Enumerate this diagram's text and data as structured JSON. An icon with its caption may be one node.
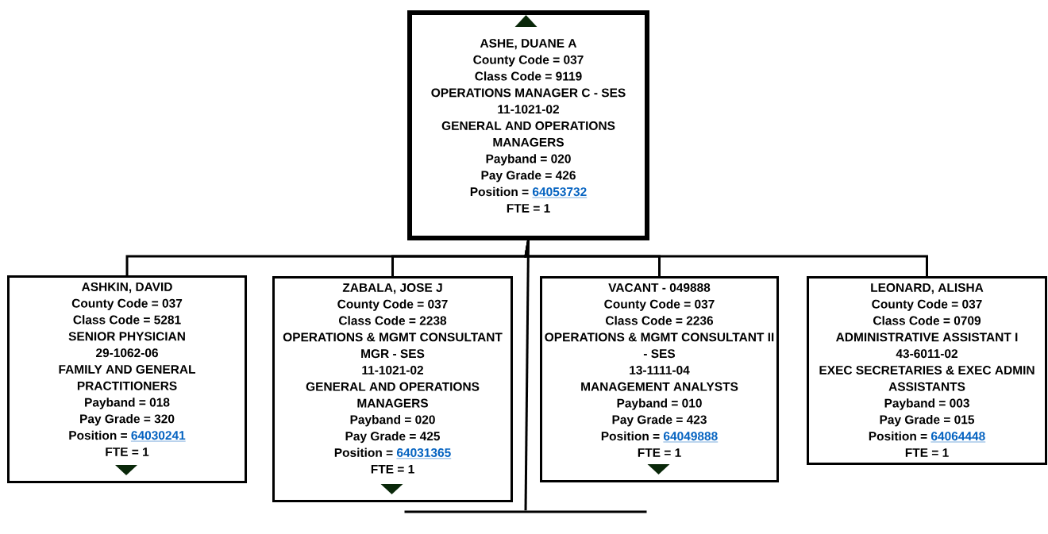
{
  "diagram": {
    "nodes": [
      {
        "text": [
          "ASHE, DUANE A",
          "County Code = 037",
          "Class Code = 9119",
          "OPERATIONS MANAGER C - SES",
          "11-1021-02",
          "GENERAL AND OPERATIONS MANAGERS",
          "Payband = 020",
          "Pay Grade = 426",
          "Position =",
          "64053732",
          "FTE = 1"
        ]
      },
      {
        "text": [
          "ASHKIN, DAVID",
          "County Code = 037",
          "Class Code = 5281",
          "SENIOR PHYSICIAN",
          "29-1062-06",
          "FAMILY AND GENERAL PRACTITIONERS",
          "Payband = 018",
          "Pay Grade = 320",
          "Position =",
          "64030241",
          "FTE = 1"
        ]
      },
      {
        "text": [
          "ZABALA, JOSE J",
          "County Code = 037",
          "Class Code = 2238",
          "OPERATIONS & MGMT CONSULTANT MGR - SES",
          "11-1021-02",
          "GENERAL AND OPERATIONS MANAGERS",
          "Payband = 020",
          "Pay Grade = 425",
          "Position =",
          "64031365",
          "FTE = 1"
        ]
      },
      {
        "text": [
          "VACANT - 049888",
          "County Code = 037",
          "Class Code = 2236",
          "OPERATIONS & MGMT CONSULTANT II - SES",
          "13-1111-04",
          "MANAGEMENT ANALYSTS",
          "Payband = 010",
          "Pay Grade = 423",
          "Position =",
          "64049888",
          "FTE = 1"
        ]
      },
      {
        "text": [
          "LEONARD, ALISHA",
          "County Code = 037",
          "Class Code = 0709",
          "ADMINISTRATIVE ASSISTANT I",
          "43-6011-02",
          "EXEC SECRETARIES & EXEC ADMIN ASSISTANTS",
          "Payband = 003",
          "Pay Grade = 015",
          "Position =",
          "64064448",
          "FTE = 1"
        ]
      },
      {
        "text": [],
        "shape": "bar"
      }
    ],
    "edges": [
      {
        "from": 0,
        "to": 1,
        "arrow": "none"
      },
      {
        "from": 0,
        "to": 2,
        "arrow": "none"
      },
      {
        "from": 0,
        "to": 3,
        "arrow": "none"
      },
      {
        "from": 0,
        "to": 4,
        "arrow": "none"
      },
      {
        "from": 0,
        "to": 5,
        "arrow": "none"
      }
    ]
  }
}
